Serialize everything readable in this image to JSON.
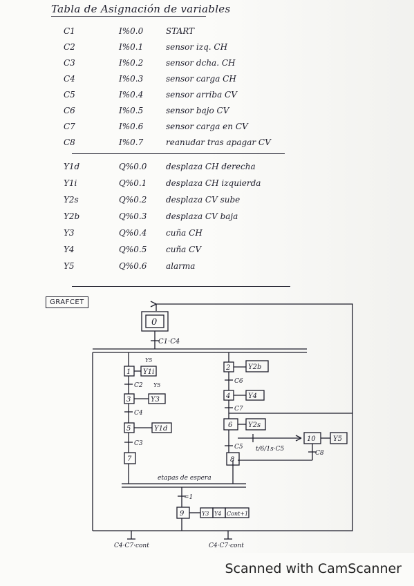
{
  "title": "Tabla de Asignación de variables",
  "inputs": [
    {
      "var": "C1",
      "addr": "I%0.0",
      "desc": "START"
    },
    {
      "var": "C2",
      "addr": "I%0.1",
      "desc": "sensor izq. CH"
    },
    {
      "var": "C3",
      "addr": "I%0.2",
      "desc": "sensor dcha. CH"
    },
    {
      "var": "C4",
      "addr": "I%0.3",
      "desc": "sensor carga CH"
    },
    {
      "var": "C5",
      "addr": "I%0.4",
      "desc": "sensor arriba CV"
    },
    {
      "var": "C6",
      "addr": "I%0.5",
      "desc": "sensor bajo CV"
    },
    {
      "var": "C7",
      "addr": "I%0.6",
      "desc": "sensor carga en CV"
    },
    {
      "var": "C8",
      "addr": "I%0.7",
      "desc": "reanudar tras apagar CV"
    }
  ],
  "outputs": [
    {
      "var": "Y1d",
      "addr": "Q%0.0",
      "desc": "desplaza CH derecha"
    },
    {
      "var": "Y1i",
      "addr": "Q%0.1",
      "desc": "desplaza CH izquierda"
    },
    {
      "var": "Y2s",
      "addr": "Q%0.2",
      "desc": "desplaza CV sube"
    },
    {
      "var": "Y2b",
      "addr": "Q%0.3",
      "desc": "desplaza CV baja"
    },
    {
      "var": "Y3",
      "addr": "Q%0.4",
      "desc": "cuña CH"
    },
    {
      "var": "Y4",
      "addr": "Q%0.5",
      "desc": "cuña CV"
    },
    {
      "var": "Y5",
      "addr": "Q%0.6",
      "desc": "alarma"
    }
  ],
  "grafcet": {
    "label": "GRAFCET",
    "step0": "0",
    "t_start": "C1·C4",
    "left": {
      "s1": "1",
      "a1": "Y1i",
      "y5": "Y5",
      "t12": "C2",
      "s3": "3",
      "a3": "Y3",
      "y5b": "Y5",
      "t35": "C4",
      "s5": "5",
      "a5": "Y1d",
      "t57": "C3",
      "s7": "7"
    },
    "right": {
      "s2": "2",
      "a2": "Y2b",
      "t24": "C6",
      "s4": "4",
      "a4": "Y4",
      "t46": "C7",
      "s6": "6",
      "a6": "Y2s",
      "t68": "C5",
      "t610": "t/6/1s·C5",
      "s8": "8",
      "s10": "10",
      "a10": "Y5",
      "t108": "C8"
    },
    "wait_label": "etapas de espera",
    "t_join": "=1",
    "s9": "9",
    "a9": [
      "Y3",
      "Y4",
      "Cont+1"
    ],
    "t_bottom_left": "C4·C7·cont",
    "t_bottom_right": "C4·C7·cont"
  },
  "footer": "Scanned with CamScanner"
}
